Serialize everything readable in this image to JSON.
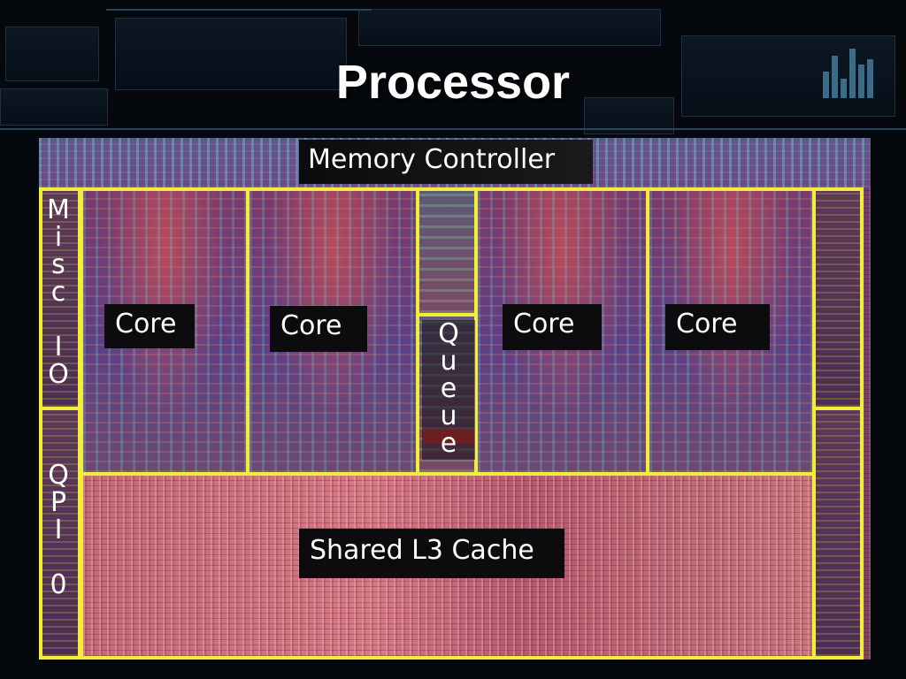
{
  "slide": {
    "title": "Processor"
  },
  "diagram": {
    "memory_controller": "Memory Controller",
    "cores": [
      "Core",
      "Core",
      "Core",
      "Core"
    ],
    "queue": "Q\nu\ne\nu\ne",
    "misc_io": "M\ni\ns\nc\n \nI\nO",
    "qpi": "Q\nP\nI\n \n0",
    "cache": "Shared L3 Cache"
  },
  "colors": {
    "region_outline": "#f2ec3a",
    "label_background": "#0c0c0e",
    "label_text": "#ffffff"
  }
}
